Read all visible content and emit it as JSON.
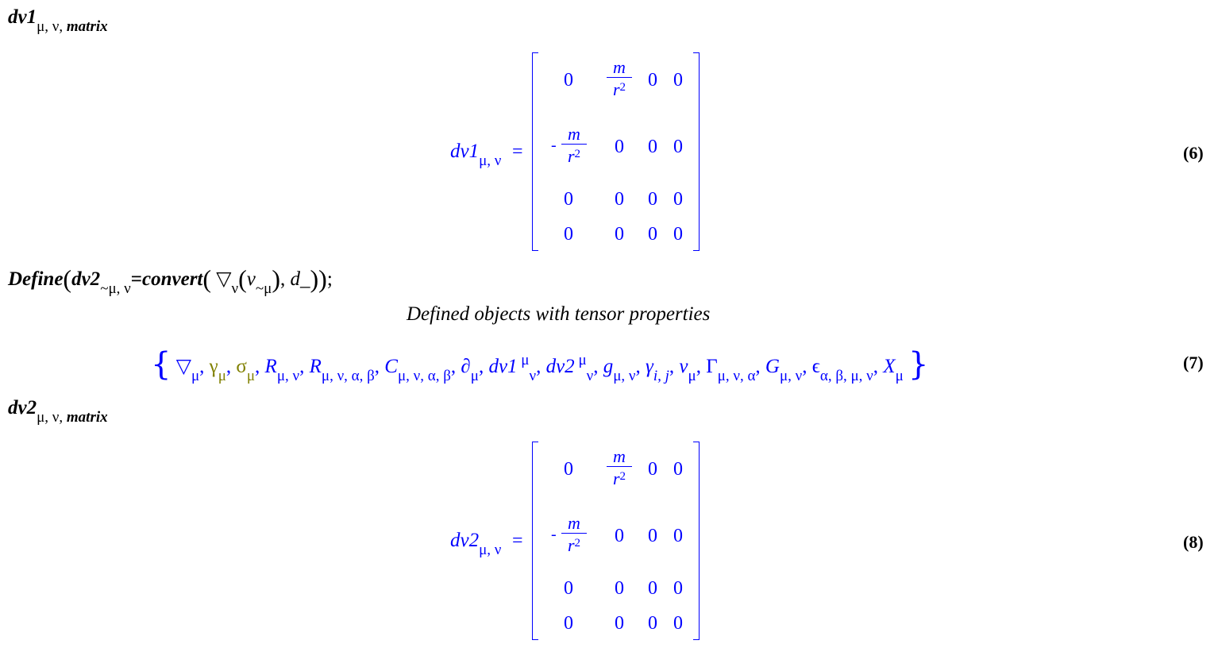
{
  "input1": {
    "name": "dv1",
    "subscript": "μ, ν, ",
    "subscript_italic": "matrix"
  },
  "output6": {
    "lhs_name": "dv1",
    "lhs_sub": "μ, ν",
    "equals": "=",
    "matrix": {
      "zero": "0",
      "frac_num": "m",
      "frac_den": "r",
      "frac_exp": "2",
      "minus": "-"
    },
    "label": "(6)"
  },
  "input2": {
    "define": "Define",
    "open": "(",
    "name": "dv2",
    "sub": "~μ, ν",
    "eq": "=",
    "convert": "convert",
    "nabla": "▽",
    "nabla_sub": "ν",
    "v": "v",
    "v_sub": "~μ",
    "sep": "), ",
    "d": "d_",
    "close": "));"
  },
  "output7": {
    "heading": "Defined objects with tensor properties",
    "label": "(7)",
    "open_brace": "{",
    "close_brace": "}",
    "items": [
      {
        "sym": "▽",
        "sub": "μ",
        "sup": "",
        "color": "#0000ff",
        "italic": false
      },
      {
        "sym": "γ",
        "sub": "μ",
        "sup": "",
        "color": "#808000",
        "italic": false
      },
      {
        "sym": "σ",
        "sub": "μ",
        "sup": "",
        "color": "#808000",
        "italic": false
      },
      {
        "sym": "R",
        "sub": "μ, ν",
        "sup": "",
        "color": "#0000ff",
        "italic": true
      },
      {
        "sym": "R",
        "sub": "μ, ν, α, β",
        "sup": "",
        "color": "#0000ff",
        "italic": true
      },
      {
        "sym": "C",
        "sub": "μ, ν, α, β",
        "sup": "",
        "color": "#0000ff",
        "italic": true
      },
      {
        "sym": "∂",
        "sub": "μ",
        "sup": "",
        "color": "#0000ff",
        "italic": false
      },
      {
        "sym": "dv1",
        "sub": "ν",
        "sup": "μ",
        "color": "#0000ff",
        "italic": true
      },
      {
        "sym": "dv2",
        "sub": "ν",
        "sup": "μ",
        "color": "#0000ff",
        "italic": true
      },
      {
        "sym": "g",
        "sub": "μ, ν",
        "sup": "",
        "color": "#0000ff",
        "italic": true
      },
      {
        "sym": "γ",
        "sub": "i, j",
        "sup": "",
        "color": "#0000ff",
        "italic": true
      },
      {
        "sym": "v",
        "sub": "μ",
        "sup": "",
        "color": "#0000ff",
        "italic": true
      },
      {
        "sym": "Γ",
        "sub": "μ, ν, α",
        "sup": "",
        "color": "#0000ff",
        "italic": false
      },
      {
        "sym": "G",
        "sub": "μ, ν",
        "sup": "",
        "color": "#0000ff",
        "italic": true
      },
      {
        "sym": "ϵ",
        "sub": "α, β, μ, ν",
        "sup": "",
        "color": "#0000ff",
        "italic": false
      },
      {
        "sym": "X",
        "sub": "μ",
        "sup": "",
        "color": "#0000ff",
        "italic": true
      }
    ],
    "separator": ", "
  },
  "input3": {
    "name": "dv2",
    "subscript": "μ, ν, ",
    "subscript_italic": "matrix"
  },
  "output8": {
    "lhs_name": "dv2",
    "lhs_sub": "μ, ν",
    "equals": "=",
    "label": "(8)"
  }
}
